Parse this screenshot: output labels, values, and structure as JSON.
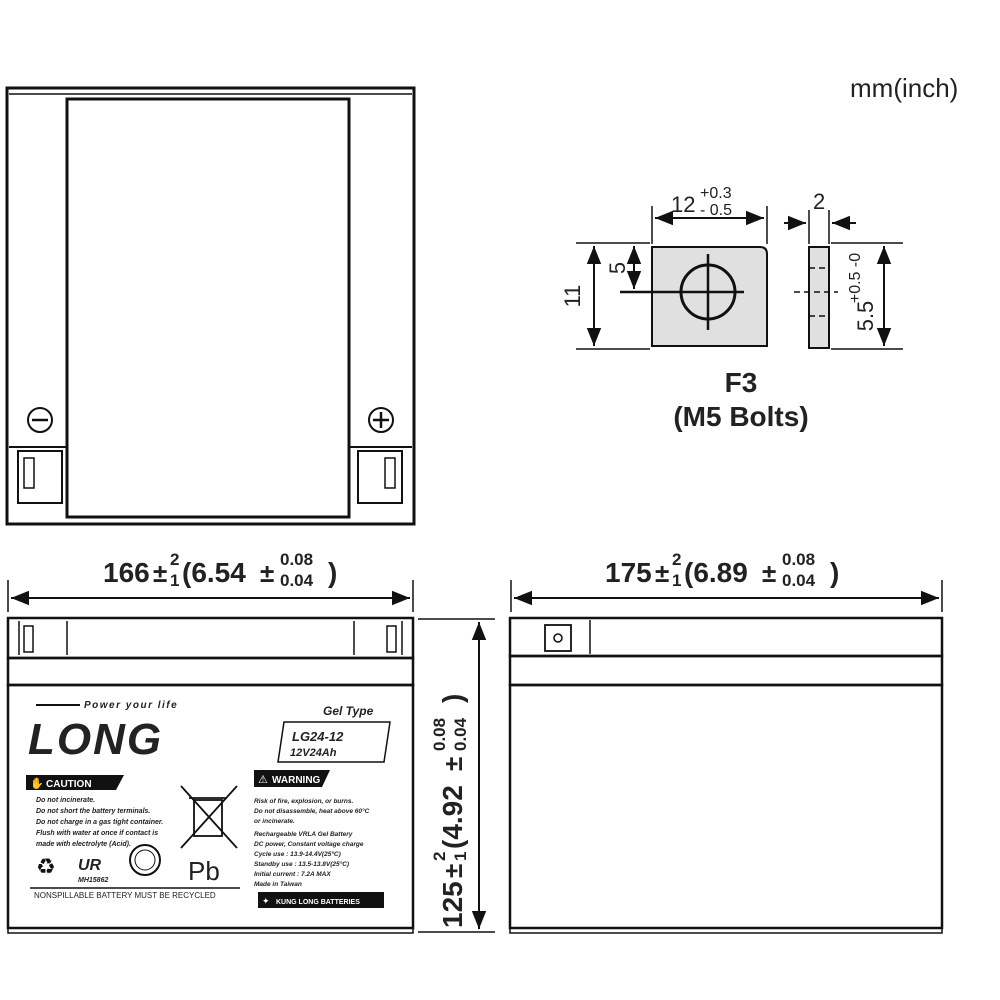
{
  "unit": "mm(inch)",
  "terminal": {
    "width_main": "12",
    "width_tol_plus": "+0.3",
    "width_tol_minus": "- 0.5",
    "thickness": "2",
    "height": "11",
    "hole_offset": "5",
    "hole_dia": "5.5",
    "hole_tol": "+0.5 -0",
    "name": "F3",
    "bolt": "(M5 Bolts)"
  },
  "dims": {
    "width_mm": "166",
    "width_tol_top": "2",
    "width_tol_bot": "1",
    "width_in": "(6.54",
    "width_in_top": "0.08",
    "width_in_bot": "0.04",
    "length_mm": "175",
    "length_tol_top": "2",
    "length_tol_bot": "1",
    "length_in": "(6.89",
    "length_in_top": "0.08",
    "length_in_bot": "0.04",
    "height_mm": "125",
    "height_tol_top": "2",
    "height_tol_bot": "1",
    "height_in": "(4.92",
    "height_in_top": "0.08",
    "height_in_bot": "0.04",
    "close_paren": ")",
    "pm": "±"
  },
  "label": {
    "brand": "LONG",
    "tagline": "Power your life",
    "gel_type": "Gel Type",
    "model": "LG24-12",
    "rating": "12V24Ah",
    "caution": "CAUTION",
    "caution_lines": [
      "Do not incinerate.",
      "Do not short the battery terminals.",
      "Do not charge in a gas tight container.",
      "Flush with water at once if contact is",
      "made with electrolyte (Acid)."
    ],
    "warning": "WARNING",
    "warning_lines": [
      "Risk of fire, explosion, or burns.",
      "Do not disassemble, heat above 60°C",
      "or incinerate.",
      "Rechargeable VRLA Gel Battery",
      "DC power, Constant voltage charge",
      "Cycle use : 13.9-14.4V(25°C)",
      "Standby use : 13.5-13.8V(25°C)",
      "Initial current : 7.2A MAX",
      "Made in Taiwan"
    ],
    "ul_number": "MH15862",
    "pb": "Pb",
    "recycle_text": "NONSPILLABLE BATTERY MUST BE RECYCLED",
    "maker": "KUNG LONG BATTERIES"
  }
}
